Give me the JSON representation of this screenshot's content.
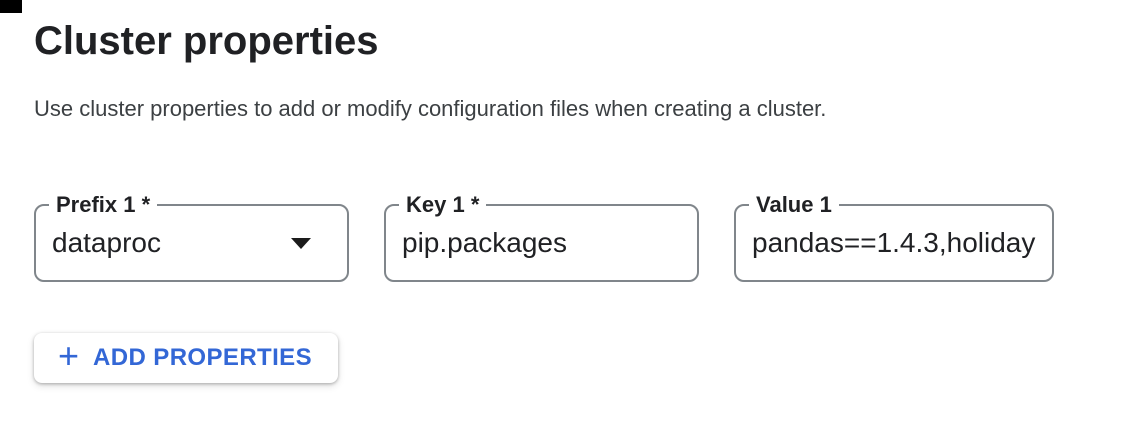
{
  "header": {
    "title": "Cluster properties",
    "description": "Use cluster properties to add or modify configuration files when creating a cluster."
  },
  "fields": [
    {
      "label": "Prefix 1 *",
      "value": "dataproc",
      "control": "select",
      "icon": "dropdown-arrow-icon"
    },
    {
      "label": "Key 1 *",
      "value": "pip.packages",
      "control": "text-input"
    },
    {
      "label": "Value 1",
      "value": "pandas==1.4.3,holiday",
      "control": "text-input"
    }
  ],
  "actions": {
    "add_properties": {
      "label": "ADD PROPERTIES",
      "icon": "plus-icon",
      "icon_glyph": "+"
    }
  },
  "colors": {
    "accent_blue": "#3367d6",
    "text_primary": "#202124",
    "text_secondary": "#3c4043",
    "field_border_gray": "#80868b",
    "background": "#ffffff"
  }
}
